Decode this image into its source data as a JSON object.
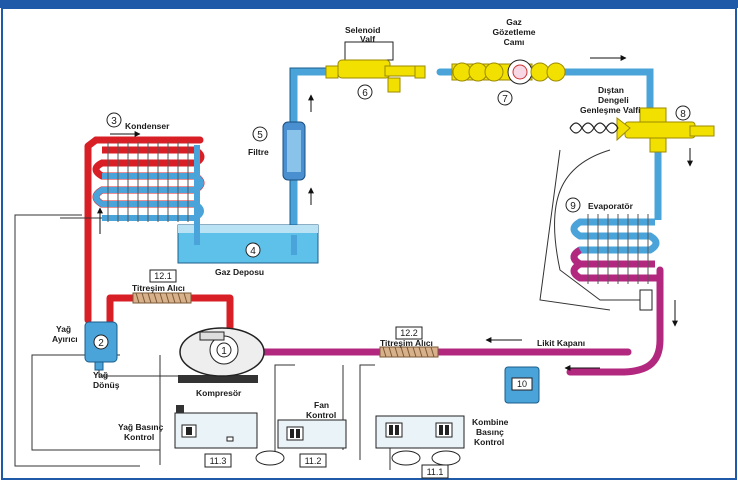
{
  "components": {
    "kondenser": {
      "num": "3",
      "label": "Kondenser"
    },
    "filtre": {
      "num": "5",
      "label": "Filtre"
    },
    "gaz_deposu": {
      "num": "4",
      "label": "Gaz Deposu"
    },
    "selenoid": {
      "num": "6",
      "label_line1": "Selenoid",
      "label_line2": "Valf"
    },
    "gozetleme": {
      "num": "7",
      "label_line1": "Gaz",
      "label_line2": "Gözetleme",
      "label_line3": "Camı"
    },
    "genlesme": {
      "num": "8",
      "label_line1": "Dıştan",
      "label_line2": "Dengeli",
      "label_line3": "Genleşme Valfi"
    },
    "evaporator": {
      "num": "9",
      "label": "Evaporatör"
    },
    "yag_ayirici": {
      "num": "2",
      "label_line1": "Yağ",
      "label_line2": "Ayırıcı"
    },
    "yag_donus": {
      "label_line1": "Yağ",
      "label_line2": "Dönüş"
    },
    "kompresor": {
      "num": "1",
      "label": "Kompresör"
    },
    "titresim_1": {
      "num": "12.1",
      "label": "Titreşim Alıcı"
    },
    "titresim_2": {
      "num": "12.2",
      "label": "Titreşim Alıcı"
    },
    "likit_kapani": {
      "num": "10",
      "label": "Likit Kapanı"
    },
    "yag_basinc": {
      "num": "11.3",
      "label_line1": "Yağ Basınç",
      "label_line2": "Kontrol"
    },
    "fan_kontrol": {
      "num": "11.2",
      "label_line1": "Fan",
      "label_line2": "Kontrol"
    },
    "kombine": {
      "num": "11.1",
      "label_line1": "Kombine",
      "label_line2": "Basınç",
      "label_line3": "Kontrol"
    }
  },
  "colors": {
    "frame_border": "#1f5aa8",
    "hot_gas": "#d91f26",
    "liquid": "#55aee0",
    "suction": "#b3287f",
    "component_blue": "#4aa3d9",
    "valve_yellow": "#f2e100",
    "tank_water": "#5ec1ea"
  }
}
